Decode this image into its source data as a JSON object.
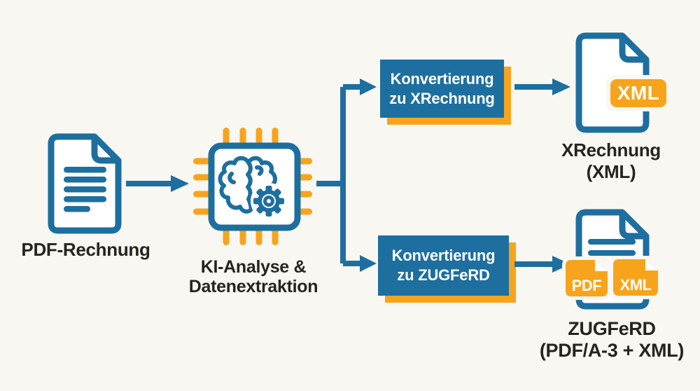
{
  "diagram_title": "PDF invoice to e-invoice conversion flow",
  "colors": {
    "blue": "#1d6f9f",
    "orange": "#f7a41c",
    "text": "#26241f",
    "background": "#f9f7f2",
    "white": "#ffffff"
  },
  "source": {
    "icon": "pdf-document-icon",
    "label": "PDF-Rechnung"
  },
  "processor": {
    "icon": "ai-chip-brain-gear-icon",
    "label_line1": "KI-Analyse &",
    "label_line2": "Datenextraktion"
  },
  "branches": {
    "xrechnung": {
      "box_line1": "Konvertierung",
      "box_line2": "zu XRechnung",
      "output_icon": "xml-file-icon",
      "badge": "XML",
      "output_line1": "XRechnung",
      "output_line2": "(XML)"
    },
    "zugferd": {
      "box_line1": "Konvertierung",
      "box_line2": "zu ZUGFeRD",
      "output_icon": "hybrid-pdf-xml-file-icon",
      "badge_pdf": "PDF",
      "badge_xml": "XML",
      "output_line1": "ZUGFeRD",
      "output_line2": "(PDF/A-3 + XML)"
    }
  }
}
